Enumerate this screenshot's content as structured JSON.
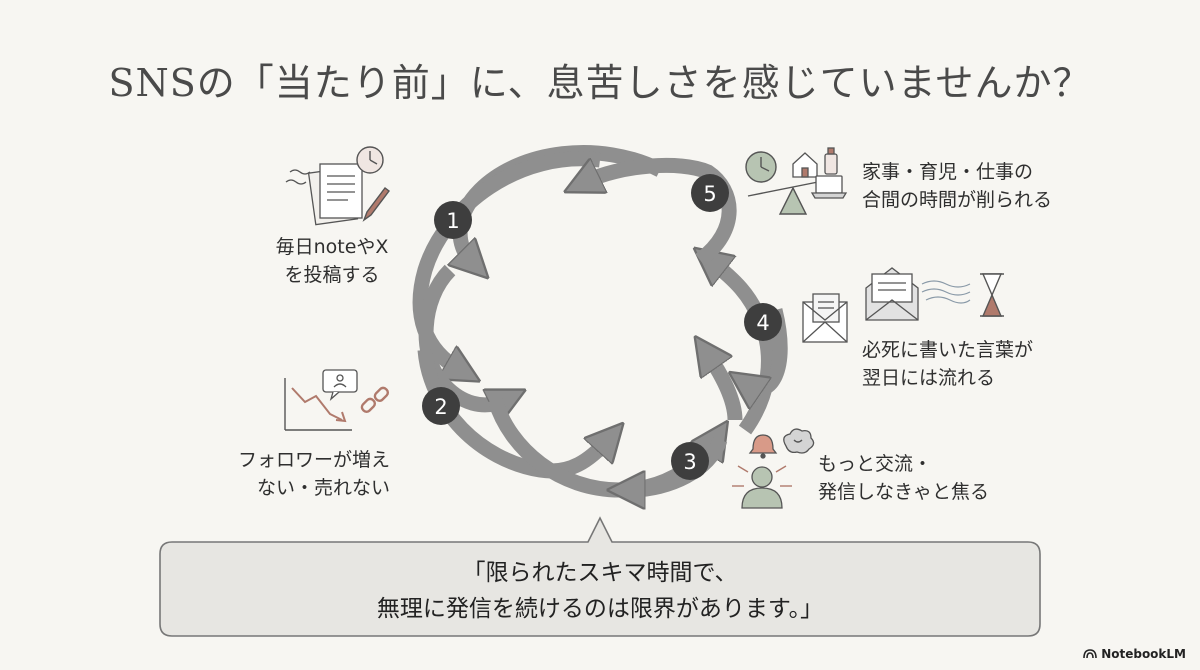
{
  "title": "SNSの「当たり前」に、息苦しさを感じていませんか？",
  "steps": [
    {
      "number": "1",
      "lines": [
        "毎日noteやX",
        "を投稿する"
      ]
    },
    {
      "number": "2",
      "lines": [
        "フォロワーが増え",
        "ない・売れない"
      ]
    },
    {
      "number": "3",
      "lines": [
        "もっと交流・",
        "発信しなきゃと焦る"
      ]
    },
    {
      "number": "4",
      "lines": [
        "必死に書いた言葉が",
        "翌日には流れる"
      ]
    },
    {
      "number": "5",
      "lines": [
        "家事・育児・仕事の",
        "合間の時間が削られる"
      ]
    }
  ],
  "quote": {
    "lines": [
      "「限られたスキマ時間で、",
      "無理に発信を続けるのは限界があります。」"
    ]
  },
  "brand": "NotebookLM",
  "colors": {
    "arrow": "#8f8f8f",
    "badge": "#3e3e3e",
    "accent": "#b07a6c",
    "icon_green": "#b7c4b2"
  },
  "icons": [
    "clock-icon",
    "document-icon",
    "pen-icon",
    "chart-down-icon",
    "comment-icon",
    "chain-icon",
    "bell-icon",
    "brain-icon",
    "person-icon",
    "envelope-icon",
    "hourglass-icon",
    "scale-icon",
    "house-icon",
    "baby-bottle-icon",
    "laptop-icon"
  ]
}
